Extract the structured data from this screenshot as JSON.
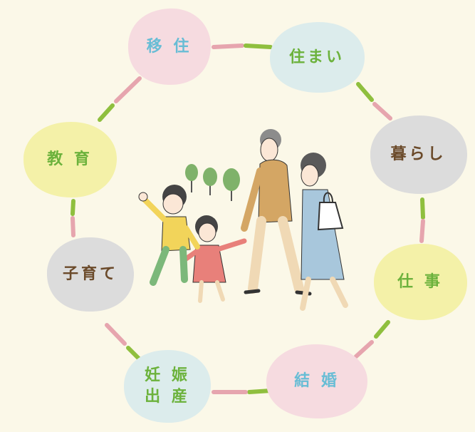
{
  "colors": {
    "background": "#fbf8e8",
    "pink_bubble": "#f6dbe0",
    "blue_bubble": "#dcecec",
    "gray_bubble": "#dcdcdc",
    "yellow_bubble": "#f4f1a8",
    "green_text": "#6cb23c",
    "teal_text": "#68bdd5",
    "brown_text": "#6b4a2a",
    "pink_connector": "#e6a5ae",
    "green_connector": "#8fbf3e"
  },
  "cycle": {
    "iju": {
      "label": "移 住",
      "color": "#68bdd5",
      "bubble": "#f6dbe0"
    },
    "sumai": {
      "label": "住まい",
      "color": "#6cb23c",
      "bubble": "#dcecec"
    },
    "kurashi": {
      "label": "暮らし",
      "color": "#6b4a2a",
      "bubble": "#dcdcdc"
    },
    "shigoto": {
      "label": "仕 事",
      "color": "#6cb23c",
      "bubble": "#f4f1a8"
    },
    "kekkon": {
      "label": "結 婚",
      "color": "#68bdd5",
      "bubble": "#f6dbe0"
    },
    "ninshin": {
      "label": "妊 娠\n出 産",
      "color": "#6cb23c",
      "bubble": "#dcecec"
    },
    "kosodate": {
      "label": "子育て",
      "color": "#6b4a2a",
      "bubble": "#dcdcdc"
    },
    "kyoiku": {
      "label": "教 育",
      "color": "#6cb23c",
      "bubble": "#f4f1a8"
    }
  },
  "illustration": {
    "icon": "family-walking-illustration"
  }
}
